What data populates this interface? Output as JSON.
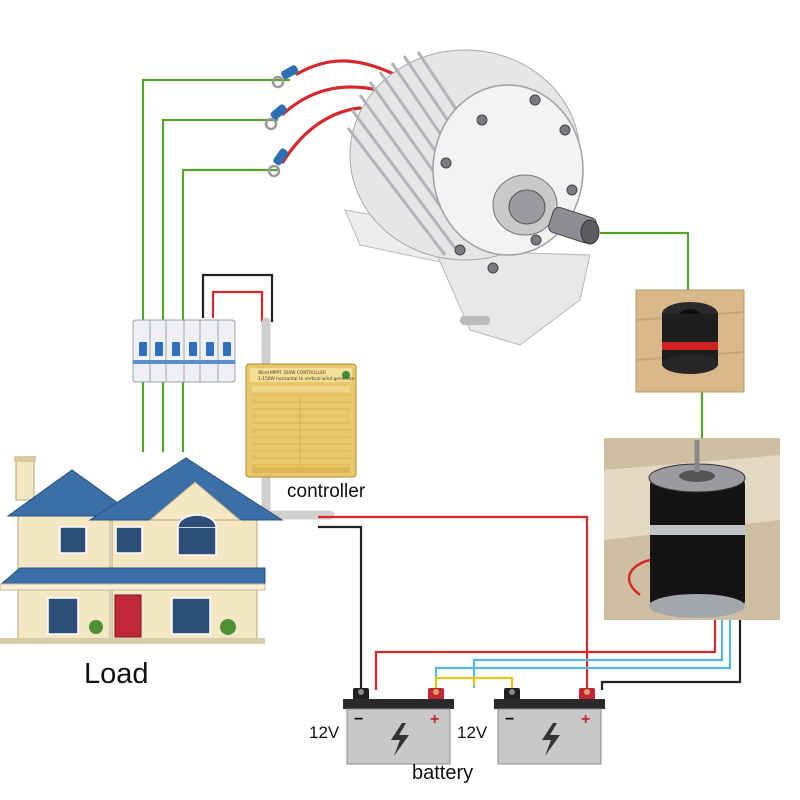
{
  "labels": {
    "controller": "controller",
    "load": "Load",
    "battery": "battery",
    "battery_left_voltage": "12V",
    "battery_right_voltage": "12V",
    "battery_minus": "−",
    "battery_plus": "+"
  },
  "colors": {
    "ac_wire": "#5aa02c",
    "positive_wire": "#d8262a",
    "negative_wire": "#222222",
    "parallel_link_yellow": "#e6c619",
    "parallel_link_blue": "#5bb6e0",
    "coupling_red": "#d02020",
    "house_roof": "#3b6fa8",
    "house_wall": "#f3e7c4",
    "door": "#c0283a",
    "controller_panel": "#e9c86a"
  },
  "icons": [
    "wind-generator-icon",
    "shaft-coupling-icon",
    "dc-motor-icon",
    "circuit-breaker-icon",
    "charge-controller-icon",
    "house-icon",
    "battery-icon",
    "lightning-bolt-icon"
  ]
}
